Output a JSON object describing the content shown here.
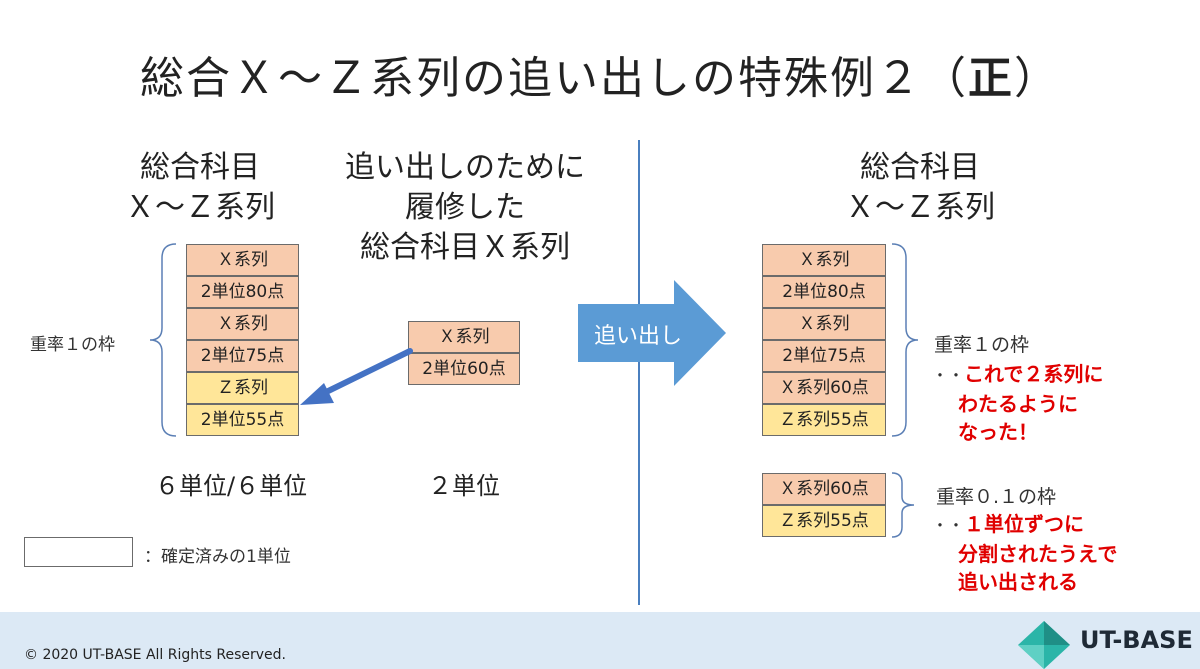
{
  "title": {
    "main": "総合Ｘ～Ｚ系列の追い出しの特殊例２（",
    "bold": "正",
    "close": "）"
  },
  "left": {
    "heading_line1": "総合科目",
    "heading_line2": "Ｘ～Ｚ系列",
    "stack": [
      {
        "text": "Ｘ系列",
        "color": "orange"
      },
      {
        "text": "2単位80点",
        "color": "orange"
      },
      {
        "text": "Ｘ系列",
        "color": "orange"
      },
      {
        "text": "2単位75点",
        "color": "orange"
      },
      {
        "text": "Ｚ系列",
        "color": "yellow"
      },
      {
        "text": "2単位55点",
        "color": "yellow"
      }
    ],
    "bracket_label": "重率１の枠",
    "units": "６単位/６単位"
  },
  "middle": {
    "heading_line1": "追い出しのために",
    "heading_line2": "履修した",
    "heading_line3": "総合科目Ｘ系列",
    "stack": [
      {
        "text": "Ｘ系列",
        "color": "orange"
      },
      {
        "text": "2単位60点",
        "color": "orange"
      }
    ],
    "units": "２単位"
  },
  "arrow_label": "追い出し",
  "right": {
    "heading_line1": "総合科目",
    "heading_line2": "Ｘ～Ｚ系列",
    "stack1": [
      {
        "text": "Ｘ系列",
        "color": "orange"
      },
      {
        "text": "2単位80点",
        "color": "orange"
      },
      {
        "text": "Ｘ系列",
        "color": "orange"
      },
      {
        "text": "2単位75点",
        "color": "orange"
      },
      {
        "text": "Ｘ系列60点",
        "color": "orange"
      },
      {
        "text": "Ｚ系列55点",
        "color": "yellow"
      }
    ],
    "label1": "重率１の枠",
    "note1_prefix": "・・",
    "note1_line1": "これで２系列に",
    "note1_line2": "わたるように",
    "note1_line3": "なった！",
    "stack2": [
      {
        "text": "Ｘ系列60点",
        "color": "orange"
      },
      {
        "text": "Ｚ系列55点",
        "color": "yellow"
      }
    ],
    "label2": "重率０.１の枠",
    "note2_prefix": "・・",
    "note2_line1": "１単位ずつに",
    "note2_line2": "分割されたうえで",
    "note2_line3": "追い出される"
  },
  "legend": {
    "label": "：確定済みの1単位"
  },
  "footer": {
    "copyright": "© 2020 UT-BASE All Rights Reserved.",
    "logo": "UT-BASE"
  },
  "colors": {
    "orange": "#f8cbad",
    "yellow": "#ffe699",
    "arrow": "#5b9bd5",
    "divider": "#4a7fbf",
    "red": "#e00000",
    "footer": "#dce9f5"
  }
}
